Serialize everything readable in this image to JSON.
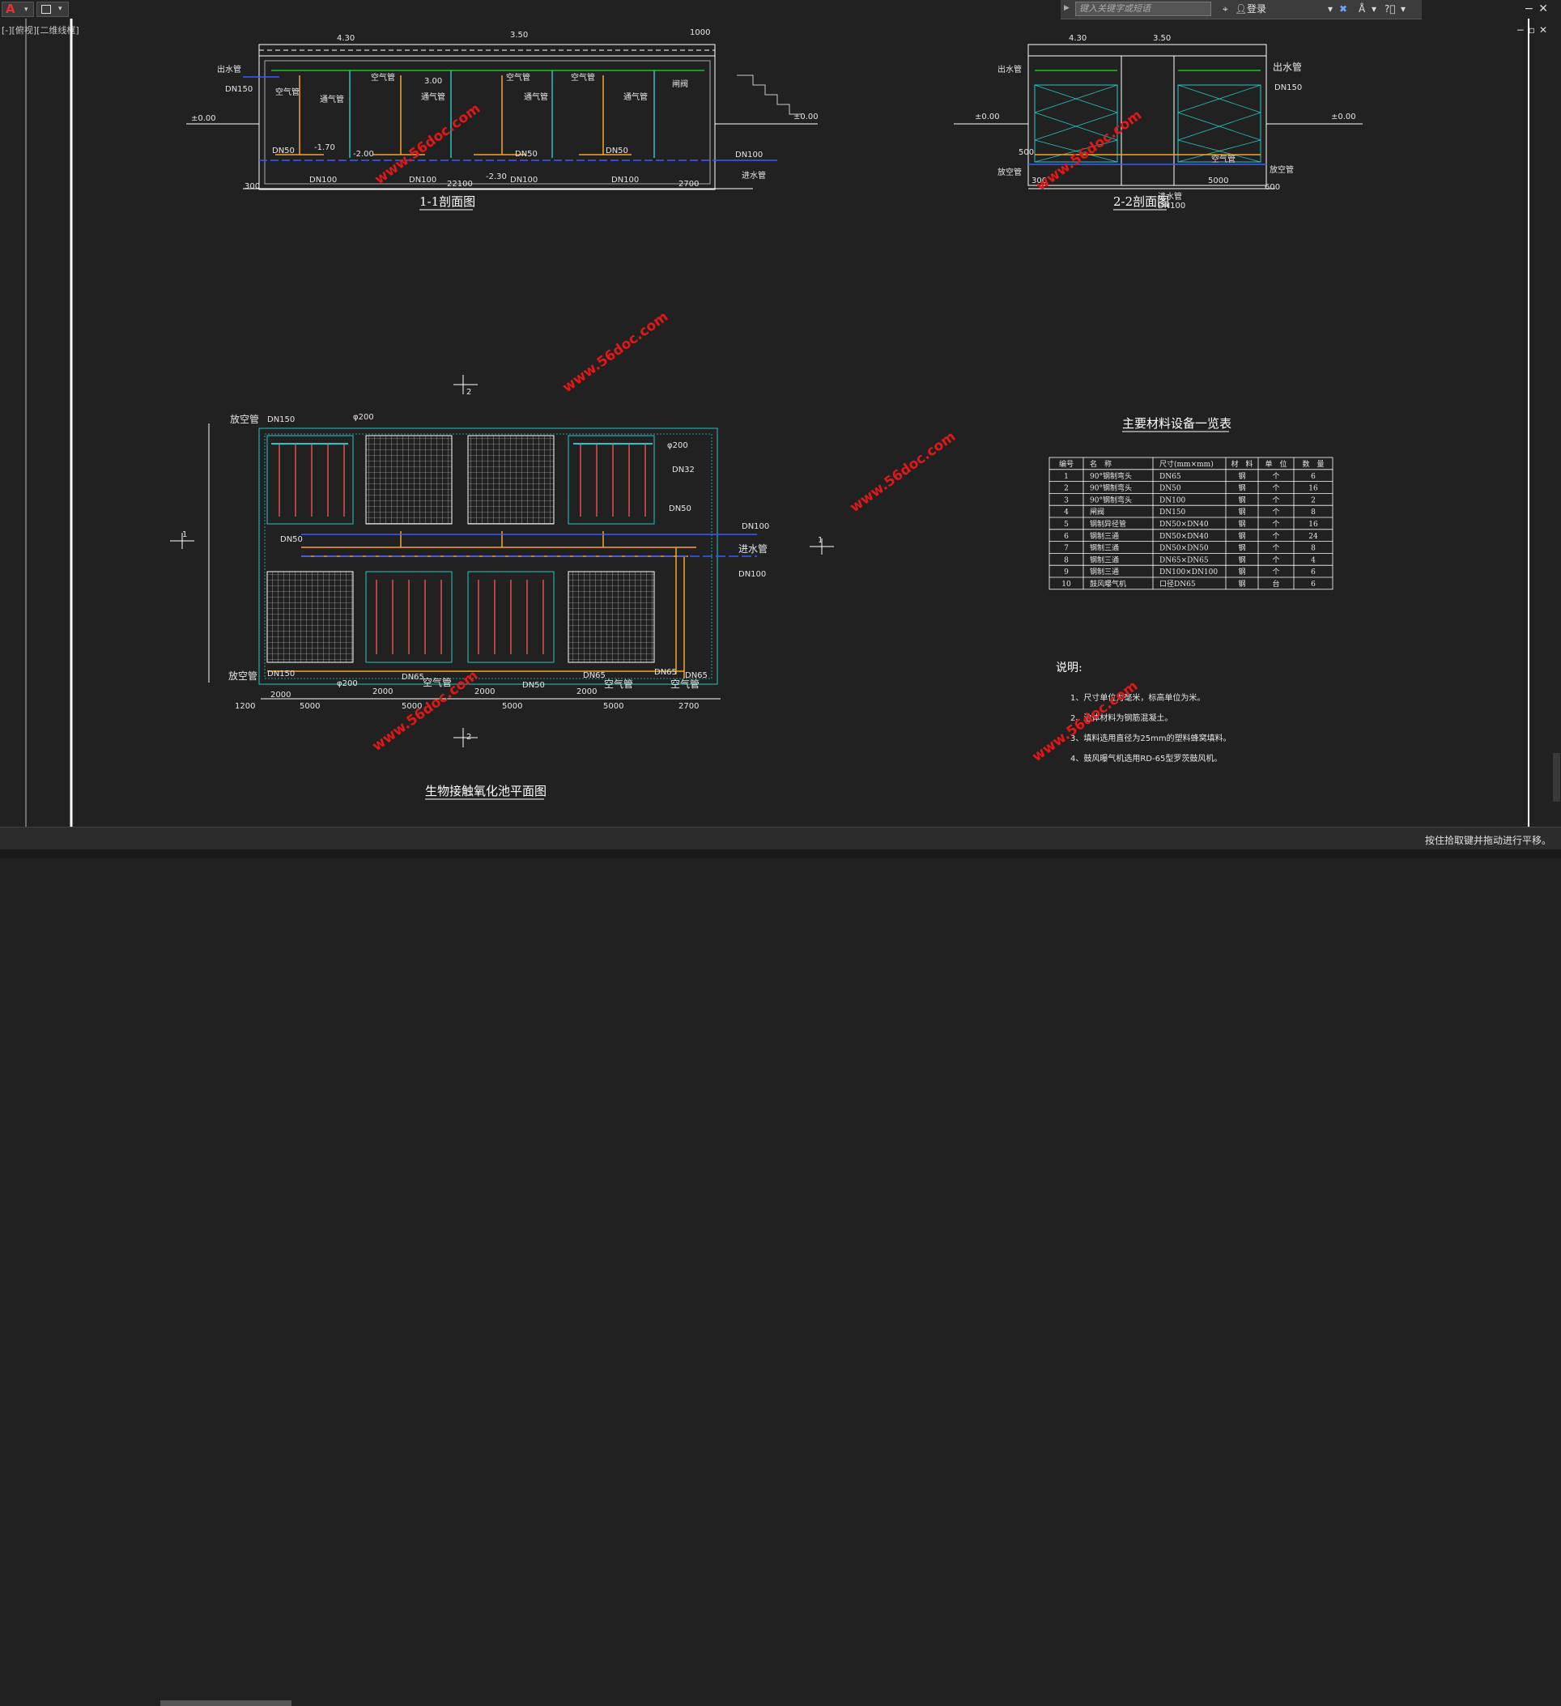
{
  "toolbar": {
    "app_logo": "A",
    "search_placeholder": "键入关键字或短语",
    "login_label": "登录"
  },
  "view": {
    "label": "[-][俯视][二维线框]"
  },
  "drawing": {
    "section1_title": "1-1剖面图",
    "section2_title": "2-2剖面图",
    "plan_title": "生物接触氧化池平面图",
    "table_title": "主要材料设备一览表",
    "notes_title": "说明:",
    "watermark": "www.56doc.com",
    "labels": {
      "outlet_pipe": "出水管",
      "inlet_pipe": "进水管",
      "vent_pipe": "放空管",
      "air_pipe": "空气管",
      "vent_air": "通气管",
      "gate_valve": "闸阀",
      "dn150": "DN150",
      "dn100": "DN100",
      "dn50": "DN50",
      "dn65": "DN65",
      "dn32": "DN32",
      "phi200": "φ200",
      "zero_level": "±0.00",
      "lv_430": "4.30",
      "lv_350": "3.50",
      "lv_300": "3.00",
      "lv_m170": "-1.70",
      "lv_m200": "-2.00",
      "lv_m230": "-2.30",
      "dim_22100": "22100",
      "dim_2700": "2700",
      "dim_5000": "5000",
      "dim_2000": "2000",
      "dim_300": "300",
      "dim_500": "500",
      "dim_600": "600",
      "dim_1000": "1000",
      "dim_1200": "1200",
      "sec_1": "1",
      "sec_2": "2"
    },
    "table_headers": [
      "编号",
      "名　称",
      "尺寸(mm×mm)",
      "材　料",
      "单　位",
      "数　量"
    ],
    "table_rows": [
      [
        "1",
        "90°钢制弯头",
        "DN65",
        "钢",
        "个",
        "6"
      ],
      [
        "2",
        "90°钢制弯头",
        "DN50",
        "钢",
        "个",
        "16"
      ],
      [
        "3",
        "90°钢制弯头",
        "DN100",
        "钢",
        "个",
        "2"
      ],
      [
        "4",
        "闸阀",
        "DN150",
        "钢",
        "个",
        "8"
      ],
      [
        "5",
        "钢制异径管",
        "DN50×DN40",
        "钢",
        "个",
        "16"
      ],
      [
        "6",
        "钢制三通",
        "DN50×DN40",
        "钢",
        "个",
        "24"
      ],
      [
        "7",
        "钢制三通",
        "DN50×DN50",
        "钢",
        "个",
        "8"
      ],
      [
        "8",
        "钢制三通",
        "DN65×DN65",
        "钢",
        "个",
        "4"
      ],
      [
        "9",
        "钢制三通",
        "DN100×DN100",
        "钢",
        "个",
        "6"
      ],
      [
        "10",
        "鼓风曝气机",
        "口径DN65",
        "钢",
        "台",
        "6"
      ]
    ],
    "notes": [
      "1、尺寸单位为毫米，标高单位为米。",
      "2、池体材料为钢筋混凝土。",
      "3、填料选用直径为25mm的塑料蜂窝填料。",
      "4、鼓风曝气机选用RD-65型罗茨鼓风机。"
    ]
  },
  "status": {
    "message": "按住拾取键并拖动进行平移。"
  },
  "colors": {
    "background": "#212121",
    "outline": "#ffffff",
    "air_pipe": "#f5a623",
    "water_pipe": "#3b5bff",
    "green_line": "#19c41b",
    "cyan": "#27c5c5",
    "red_pipe": "#e05050",
    "watermark": "#e01818"
  }
}
